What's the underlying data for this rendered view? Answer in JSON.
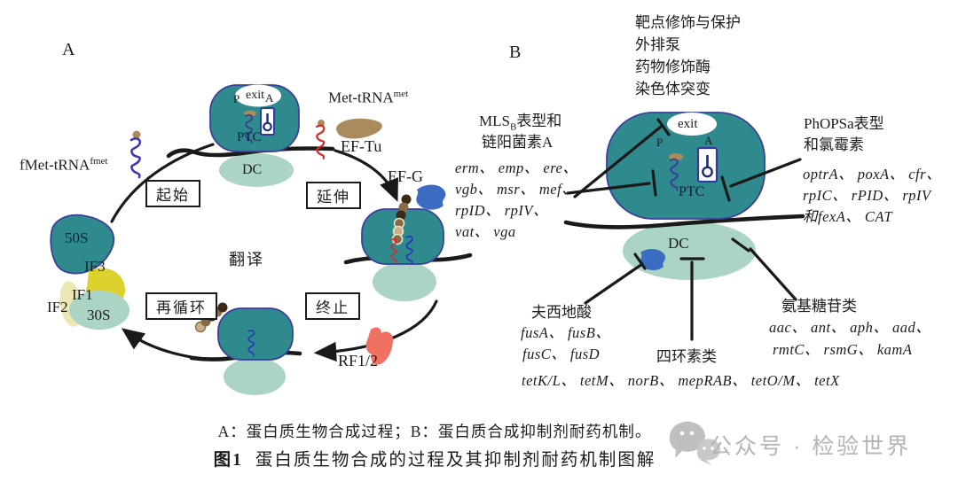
{
  "figure": {
    "panel_a_label": "A",
    "panel_b_label": "B",
    "caption_line1": "A：蛋白质生物合成过程；B：蛋白质合成抑制剂耐药机制。",
    "caption_fig_no": "图1",
    "caption_line2": "蛋白质生物合成的过程及其抑制剂耐药机制图解"
  },
  "ribosome_sites": {
    "exit": "exit",
    "p_site": "P",
    "a_site": "A",
    "ptc": "PTC",
    "dc": "DC"
  },
  "panel_a": {
    "fmet_trna_base": "fMet-tRNA",
    "fmet_trna_sup": "fmet",
    "met_trna_base": "Met-tRNA",
    "met_trna_sup": "met",
    "ef_tu": "EF-Tu",
    "ef_g": "EF-G",
    "rf": "RF1/2",
    "subunit_50s": "50S",
    "subunit_30s": "30S",
    "if1": "IF1",
    "if2": "IF2",
    "if3": "IF3",
    "steps": {
      "initiation": "起始",
      "elongation": "延伸",
      "termination": "终止",
      "recycling": "再循环"
    },
    "translation": "翻译"
  },
  "panel_b": {
    "mechanisms": [
      "靶点修饰与保护",
      "外排泵",
      "药物修饰酶",
      "染色体突变"
    ],
    "mlsb_pre": "MLS",
    "mlsb_sub": "B",
    "mlsb_post": "表型和",
    "mlsb_line2": "链阳菌素A",
    "mlsb_genes": [
      "erm、 emp、 ere、",
      "vgb、 msr、 mef、",
      "rpID、 rpIV、",
      "vat、 vga"
    ],
    "phopsa_line1": "PhOPSa表型",
    "phopsa_line2": "和氯霉素",
    "phopsa_genes": [
      "optrA、 poxA、 cfr、",
      "rpIC、 rPID、 rpIV",
      "和fexA、 CAT"
    ],
    "fusidic_title": "夫西地酸",
    "fusidic_genes": [
      "fusA、 fusB、",
      "fusC、 fusD"
    ],
    "tetracycline_title": "四环素类",
    "tetracycline_genes": "tetK/L、 tetM、 norB、 mepRAB、 tetO/M、 tetX",
    "aminoglycoside_title": "氨基糖苷类",
    "aminoglycoside_genes": [
      "aac、 ant、 aph、 aad、",
      "rmtC、 rsmG、 kamA"
    ]
  },
  "watermark": {
    "text": "公众号 · 检验世界"
  },
  "colors": {
    "teal": "#2e8a8d",
    "outline": "#3c3f9b",
    "lightsub": "#abd4c5",
    "ink": "#1a1a1a",
    "yellow": "#dcd22e",
    "paleyellow": "#ece7b4",
    "brown": "#ab8a5c",
    "blue": "#3a6cc2",
    "red": "#ee7162",
    "purple": "#4634b4",
    "redtrna": "#d82828",
    "bluetrna": "#2a3ab8",
    "navytrna": "#3a3f95",
    "gray": "#b4b4b4"
  }
}
